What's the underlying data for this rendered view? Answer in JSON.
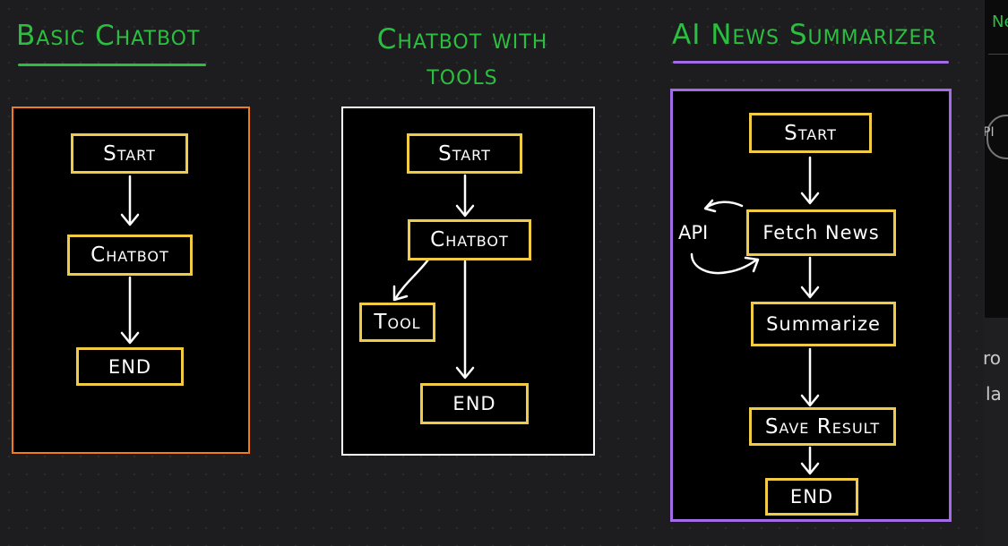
{
  "diagrams": {
    "basic": {
      "title": "Basic Chatbot",
      "underline_color": "#2bbf40",
      "border_color": "#f27b1a",
      "nodes": {
        "start": "Start",
        "chatbot": "Chatbot",
        "end": "END"
      }
    },
    "tools": {
      "title": "Chatbot with tools",
      "border_color": "#ffffff",
      "nodes": {
        "start": "Start",
        "chatbot": "Chatbot",
        "tool": "Tool",
        "end": "END"
      }
    },
    "news": {
      "title": "AI News Summarizer",
      "underline_color": "#a46be8",
      "border_color": "#a46be8",
      "api_label": "API",
      "nodes": {
        "start": "Start",
        "fetch": "Fetch News",
        "summarize": "Summarize",
        "save": "Save Result",
        "end": "END"
      }
    }
  },
  "colors": {
    "heading": "#2bbf40",
    "node_border": "#f2cb45",
    "canvas": "#1d1d1f"
  },
  "edge_fragments": {
    "top": "Ne",
    "icon": "PI",
    "line1": "ro",
    "line2": "la"
  }
}
